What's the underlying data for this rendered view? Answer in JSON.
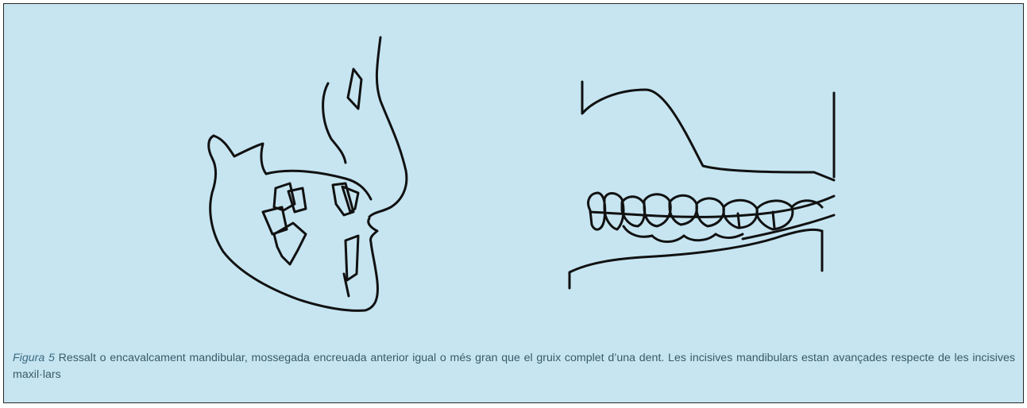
{
  "caption": {
    "label": "Figura 5",
    "text": "Ressalt o encavalcament mandibular, mossegada encreuada anterior igual o més gran que el gruix complet d’una dent. Les incisives mandibulars estan avançades respecte de les incisives maxil·lars"
  },
  "colors": {
    "background": "#c6e5f1",
    "border": "#2a2a2a",
    "ink": "#111111",
    "caption_text": "#3a5a6a"
  },
  "illustrations": [
    {
      "name": "profile-jaw-drawing"
    },
    {
      "name": "frontal-teeth-drawing"
    }
  ]
}
